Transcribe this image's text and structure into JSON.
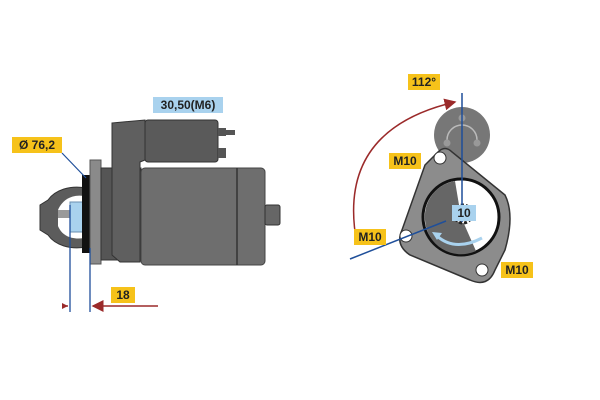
{
  "side_view": {
    "diameter_label": "Ø 76,2",
    "terminal_label": "30,50(M6)",
    "offset_label": "18"
  },
  "front_view": {
    "angle_label": "112°",
    "bolt_labels": [
      "M10",
      "M10",
      "M10"
    ],
    "teeth_label": "10"
  },
  "colors": {
    "label_yellow": "#f6c21a",
    "label_blue": "#a9d2ee",
    "dimension_red": "#9b2a2a",
    "line_blue": "#1f4f9a",
    "body_gray": "#6b6b6b"
  }
}
